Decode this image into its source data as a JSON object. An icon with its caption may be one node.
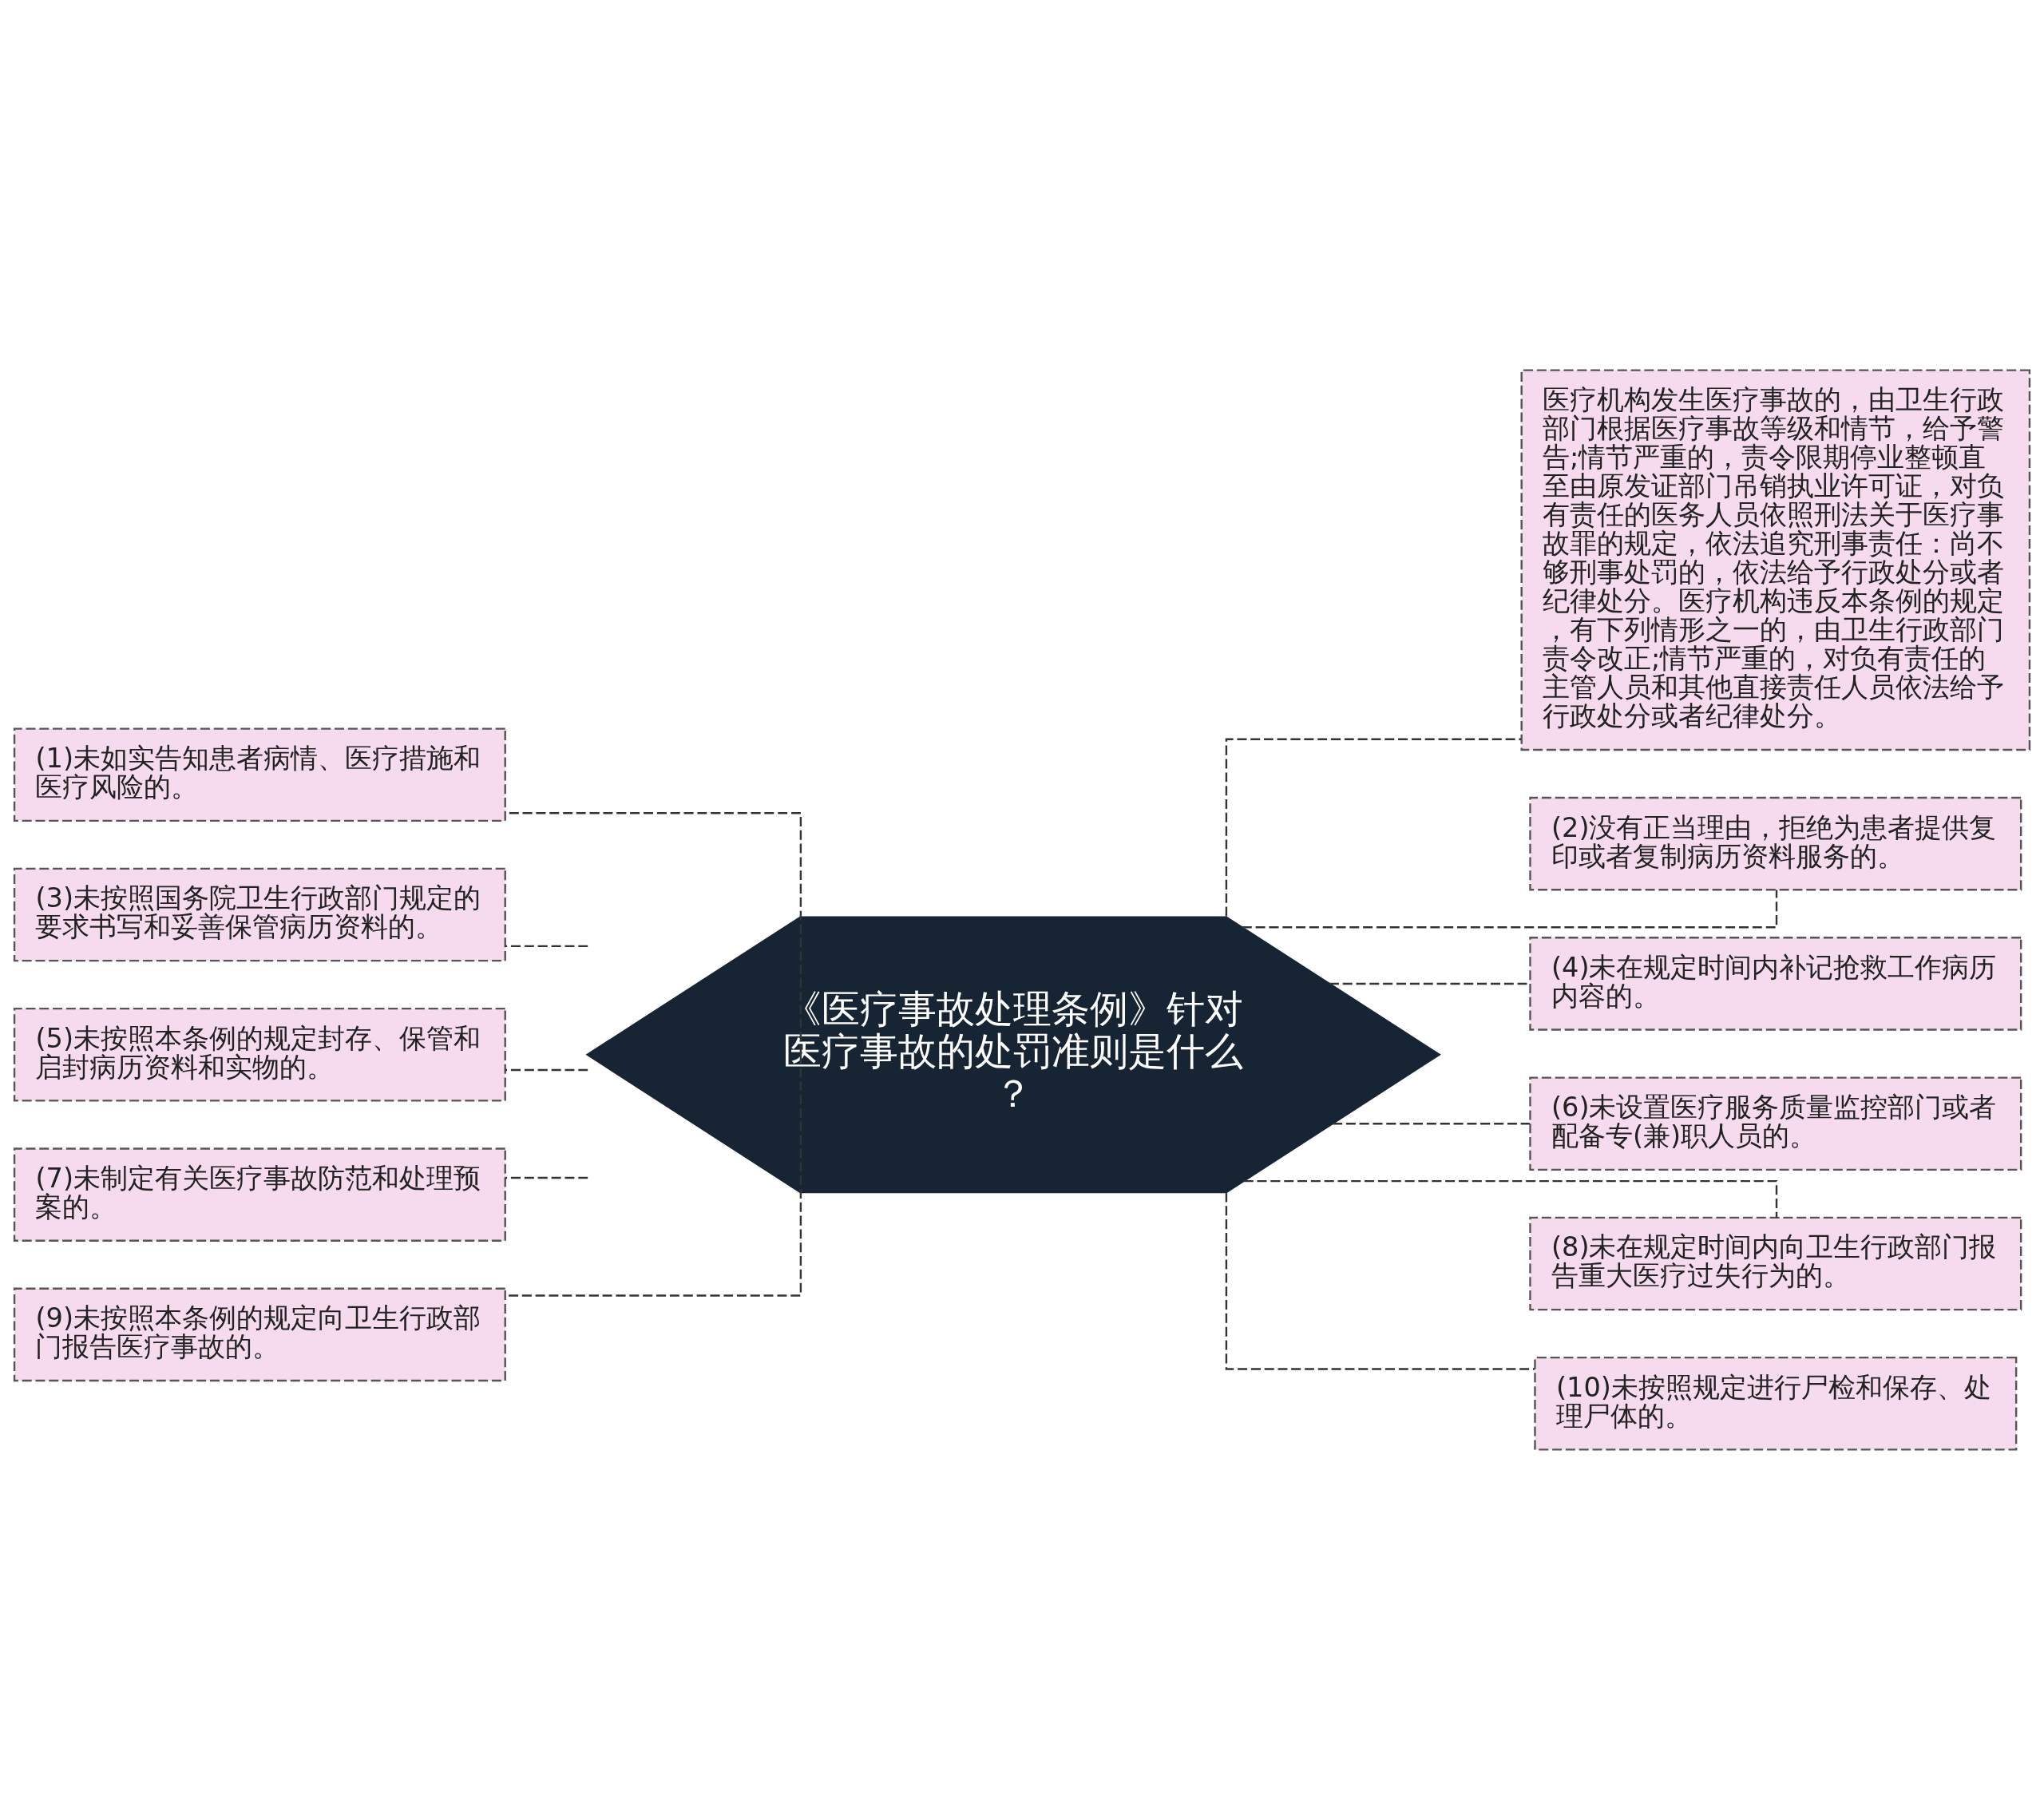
{
  "diagram": {
    "nodes": [
      {
        "text": [
          "《医疗事故处理条例》针对医疗事故的处罚准则是什么？"
        ]
      },
      {
        "text": [
          "(1)未如实告知患者病情、医疗措施和医疗风险的。"
        ]
      },
      {
        "text": [
          "(3)未按照国务院卫生行政部门规定的要求书写和妥善保管病历资料的。"
        ]
      },
      {
        "text": [
          "(5)未按照本条例的规定封存、保管和启封病历资料和实物的。"
        ]
      },
      {
        "text": [
          "(7)未制定有关医疗事故防范和处理预案的。"
        ]
      },
      {
        "text": [
          "(9)未按照本条例的规定向卫生行政部门报告医疗事故的。"
        ]
      },
      {
        "text": [
          "医疗机构发生医疗事故的，由卫生行政部门根据医疗事故等级和情节，给予警告;情节严重的，责令限期停业整顿直至由原发证部门吊销执业许可证，对负有责任的医务人员依照刑法关于医疗事故罪的规定，依法追究刑事责任：尚不够刑事处罚的，依法给予行政处分或者纪律处分。医疗机构违反本条例的规定，有下列情形之一的，由卫生行政部门责令改正;情节严重的，对负有责任的主管人员和其他直接责任人员依法给予行政处分或者纪律处分。"
        ]
      },
      {
        "text": [
          "(2)没有正当理由，拒绝为患者提供复印或者复制病历资料服务的。"
        ]
      },
      {
        "text": [
          "(4)未在规定时间内补记抢救工作病历内容的。"
        ]
      },
      {
        "text": [
          "(6)未设置医疗服务质量监控部门或者配备专(兼)职人员的。"
        ]
      },
      {
        "text": [
          "(8)未在规定时间内向卫生行政部门报告重大医疗过失行为的。"
        ]
      },
      {
        "text": [
          "(10)未按照规定进行尸检和保存、处理尸体的。"
        ]
      }
    ],
    "edges": [
      {
        "from": 0,
        "to": 1,
        "arrow": "none",
        "style": "dashed"
      },
      {
        "from": 0,
        "to": 2,
        "arrow": "none",
        "style": "dashed"
      },
      {
        "from": 0,
        "to": 3,
        "arrow": "none",
        "style": "dashed"
      },
      {
        "from": 0,
        "to": 4,
        "arrow": "none",
        "style": "dashed"
      },
      {
        "from": 0,
        "to": 5,
        "arrow": "none",
        "style": "dashed"
      },
      {
        "from": 0,
        "to": 6,
        "arrow": "none",
        "style": "dashed"
      },
      {
        "from": 0,
        "to": 7,
        "arrow": "none",
        "style": "dashed"
      },
      {
        "from": 0,
        "to": 8,
        "arrow": "none",
        "style": "dashed"
      },
      {
        "from": 0,
        "to": 9,
        "arrow": "none",
        "style": "dashed"
      },
      {
        "from": 0,
        "to": 10,
        "arrow": "none",
        "style": "dashed"
      },
      {
        "from": 0,
        "to": 11,
        "arrow": "none",
        "style": "dashed"
      }
    ]
  }
}
